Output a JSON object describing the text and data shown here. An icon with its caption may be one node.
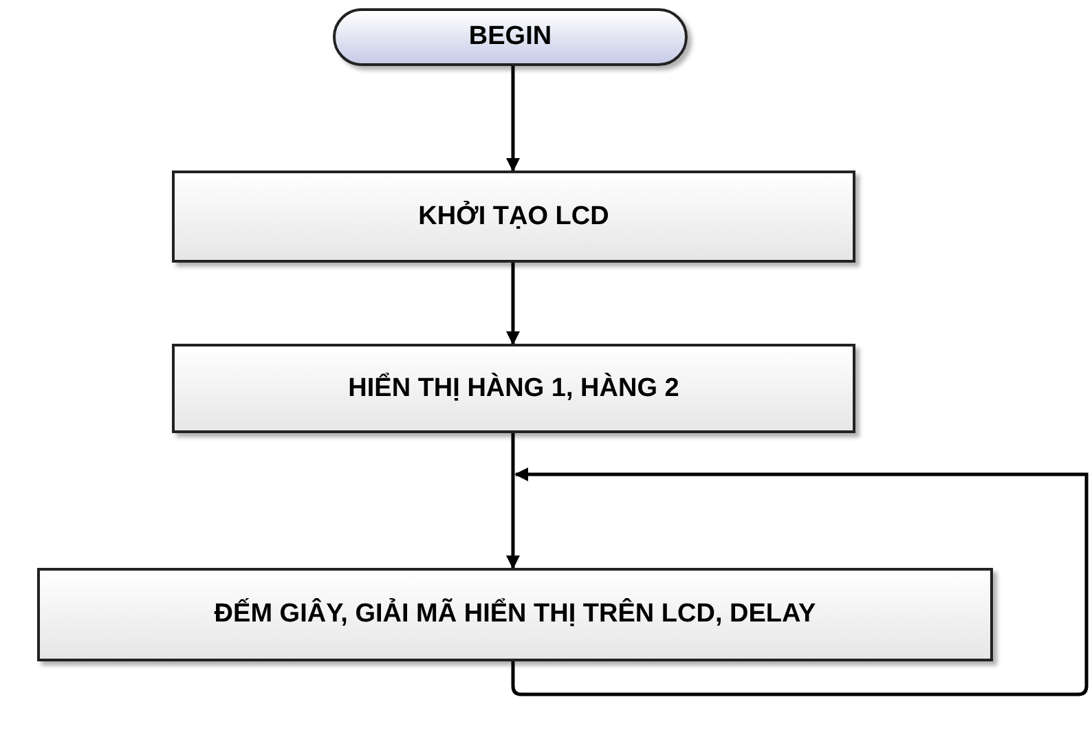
{
  "diagram": {
    "nodes": [
      {
        "text": [
          "BEGIN"
        ]
      },
      {
        "text": [
          "KHỞI TẠO LCD"
        ]
      },
      {
        "text": [
          "HIỂN THỊ HÀNG 1, HÀNG 2"
        ]
      },
      {
        "text": [
          "ĐẾM GIÂY, GIẢI MÃ HIỂN THỊ TRÊN LCD, DELAY"
        ]
      }
    ],
    "edges": [
      {
        "from": 0,
        "to": 1,
        "arrow": "to"
      },
      {
        "from": 1,
        "to": 2,
        "arrow": "to"
      },
      {
        "from": 2,
        "to": 3,
        "arrow": "to"
      },
      {
        "from": 3,
        "to": null,
        "arrow": "to"
      }
    ]
  }
}
